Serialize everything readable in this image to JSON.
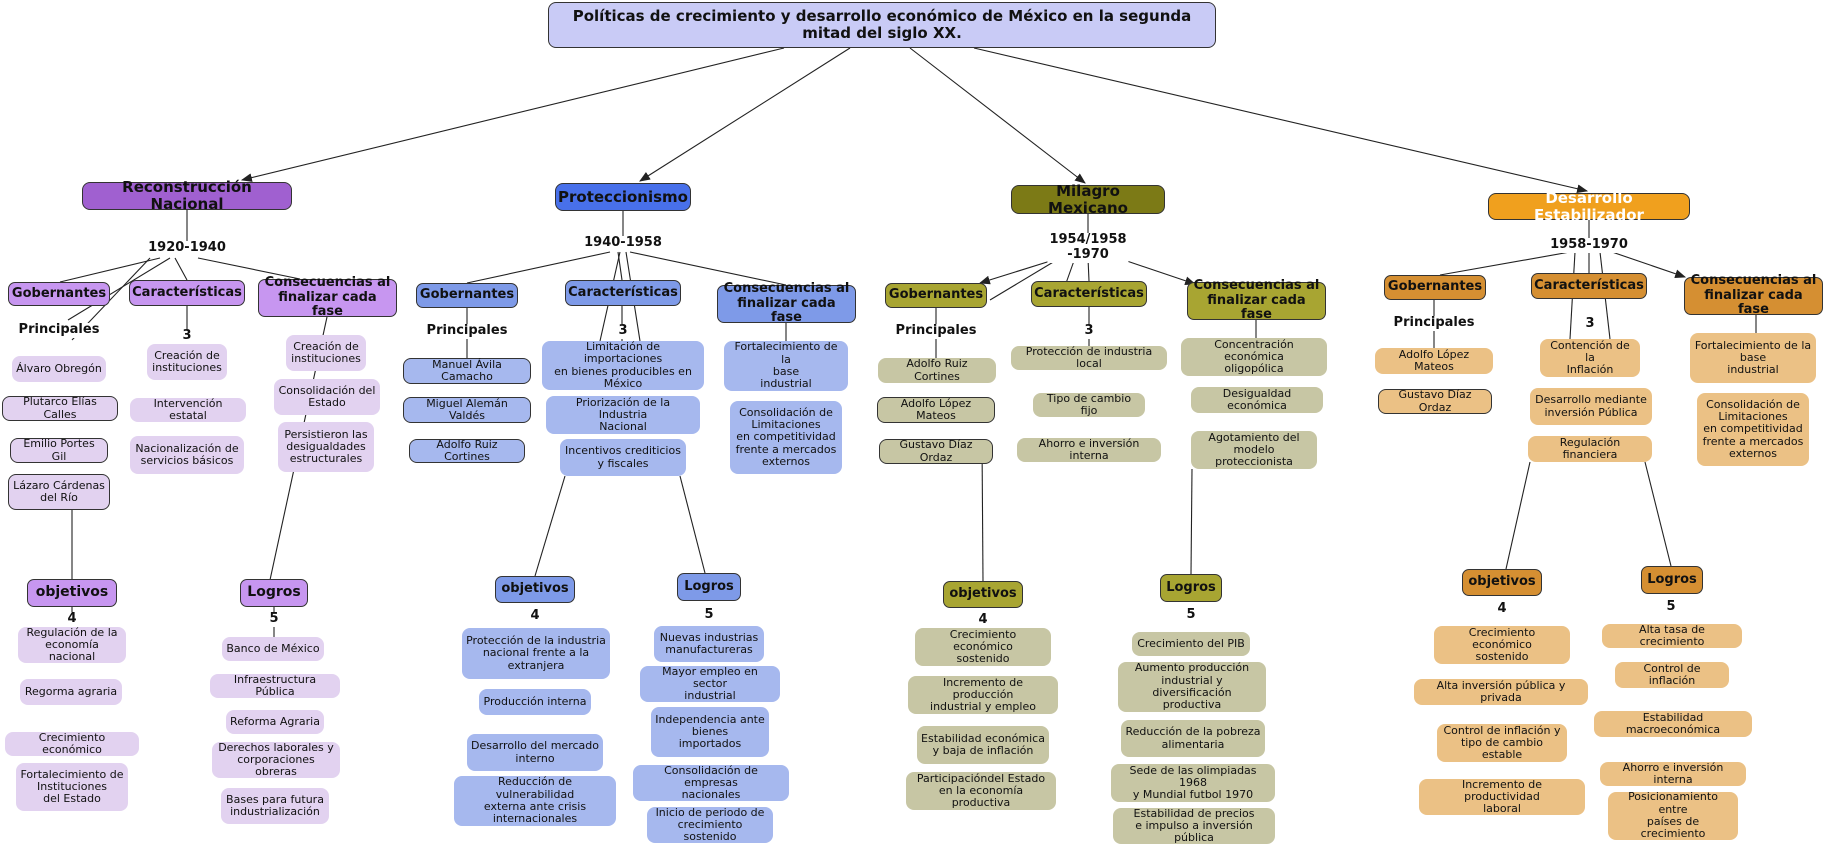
{
  "title": "Políticas de crecimiento y desarrollo económico de México en la segunda mitad del siglo XX.",
  "branches": [
    {
      "name": "Reconstrucción Nacional",
      "period": "1920-1940",
      "gobernantes": {
        "label": "Gobernantes",
        "sublabel": "Principales",
        "items": [
          "Álvaro Obregón",
          "Plutarco Elías Calles",
          "Emilio Portes Gil",
          "Lázaro Cárdenas\ndel Río"
        ]
      },
      "caracteristicas": {
        "label": "Características",
        "count": "3",
        "items": [
          "Creación de\ninstituciones",
          "Intervención estatal",
          "Nacionalización de\nservicios básicos"
        ]
      },
      "consecuencias": {
        "label": "Consecuencias al\nfinalizar cada fase",
        "items": [
          "Creación de\ninstituciones",
          "Consolidación del\nEstado",
          "Persistieron las\ndesigualdades\nestructurales"
        ]
      },
      "objetivos": {
        "label": "objetivos",
        "count": "4",
        "items": [
          "Regulación de la\neconomía nacional",
          "Regorma agraria",
          "Crecimiento económico",
          "Fortalecimiento de\nInstituciones\ndel Estado"
        ]
      },
      "logros": {
        "label": "Logros",
        "count": "5",
        "items": [
          "Banco de México",
          "Infraestructura Pública",
          "Reforma Agraria",
          "Derechos laborales y\ncorporaciones obreras",
          "Bases para futura\nindustrialización"
        ]
      }
    },
    {
      "name": "Proteccionismo",
      "period": "1940-1958",
      "gobernantes": {
        "label": "Gobernantes",
        "sublabel": "Principales",
        "items": [
          "Manuel Ávila Camacho",
          "Miguel Alemán Valdés",
          "Adolfo Ruiz Cortines"
        ]
      },
      "caracteristicas": {
        "label": "Características",
        "count": "3",
        "items": [
          "Limitación de importaciones\nen bienes producibles en\nMéxico",
          "Priorización de la Industria\nNacional",
          "Incentivos crediticios\ny fiscales"
        ]
      },
      "consecuencias": {
        "label": "Consecuencias al\nfinalizar cada fase",
        "items": [
          "Fortalecimiento de la\nbase\nindustrial",
          "Consolidación de\nLimitaciones\nen competitividad\nfrente a mercados\nexternos"
        ]
      },
      "objetivos": {
        "label": "objetivos",
        "count": "4",
        "items": [
          "Protección de la industria\nnacional frente a la\nextranjera",
          "Producción interna",
          "Desarrollo del mercado\ninterno",
          "Reducción de vulnerabilidad\nexterna ante crisis\ninternacionales"
        ]
      },
      "logros": {
        "label": "Logros",
        "count": "5",
        "items": [
          "Nuevas industrias\nmanufactureras",
          "Mayor empleo en sector\nindustrial",
          "Independencia ante\nbienes\nimportados",
          "Consolidación de empresas\nnacionales",
          "Inicio de periodo de\ncrecimiento sostenido"
        ]
      }
    },
    {
      "name": "Milagro Mexicano",
      "period": "1954/1958\n-1970",
      "gobernantes": {
        "label": "Gobernantes",
        "sublabel": "Principales",
        "items": [
          "Adolfo Ruiz Cortines",
          "Adolfo López Mateos",
          "Gustavo Díaz Ordaz"
        ]
      },
      "caracteristicas": {
        "label": "Características",
        "count": "3",
        "items": [
          "Protección de industria local",
          "Tipo de cambio fijo",
          "Ahorro e inversión interna"
        ]
      },
      "consecuencias": {
        "label": "Consecuencias al\nfinalizar cada fase",
        "items": [
          "Concentración económica\noligopólica",
          "Desigualdad económica",
          "Agotamiento del\nmodelo proteccionista"
        ]
      },
      "objetivos": {
        "label": "objetivos",
        "count": "4",
        "items": [
          "Crecimiento económico\nsostenido",
          "Incremento de producción\nindustrial y empleo",
          "Estabilidad económica\ny baja de inflación",
          "Participacióndel Estado\nen la economía productiva"
        ]
      },
      "logros": {
        "label": "Logros",
        "count": "5",
        "items": [
          "Crecimiento del PIB",
          "Aumento producción\nindustrial y diversificación\nproductiva",
          "Reducción de la pobreza\nalimentaria",
          "Sede de las olimpiadas 1968\ny Mundial futbol 1970",
          "Estabilidad de precios\ne impulso a inversión pública"
        ]
      }
    },
    {
      "name": "Desarrollo Estabilizador",
      "period": "1958-1970",
      "gobernantes": {
        "label": "Gobernantes",
        "sublabel": "Principales",
        "items": [
          "Adolfo López Mateos",
          "Gustavo Díaz Ordaz"
        ]
      },
      "caracteristicas": {
        "label": "Características",
        "count": "3",
        "items": [
          "Contención de la\nInflación",
          "Desarrollo mediante\ninversión Pública",
          "Regulación financiera"
        ]
      },
      "consecuencias": {
        "label": "Consecuencias al\nfinalizar cada fase",
        "items": [
          "Fortalecimiento de la\nbase\nindustrial",
          "Consolidación de\nLimitaciones\nen competitividad\nfrente a mercados\nexternos"
        ]
      },
      "objetivos": {
        "label": "objetivos",
        "count": "4",
        "items": [
          "Crecimiento económico\nsostenido",
          "Alta inversión pública y privada",
          "Control de inflación y\ntipo de cambio estable",
          "Incremento de productividad\nlaboral"
        ]
      },
      "logros": {
        "label": "Logros",
        "count": "5",
        "items": [
          "Alta tasa de crecimiento",
          "Control de inflación",
          "Estabilidad macroeconómica",
          "Ahorro e inversión interna",
          "Posicionamiento entre\npaíses de\ncrecimiento"
        ]
      }
    }
  ],
  "colors": {
    "root": "#c9cbf6",
    "branch1": "#a060d0",
    "branch2": "#4870ea",
    "branch3": "#7c7a16",
    "branch4": "#f0a01e"
  }
}
